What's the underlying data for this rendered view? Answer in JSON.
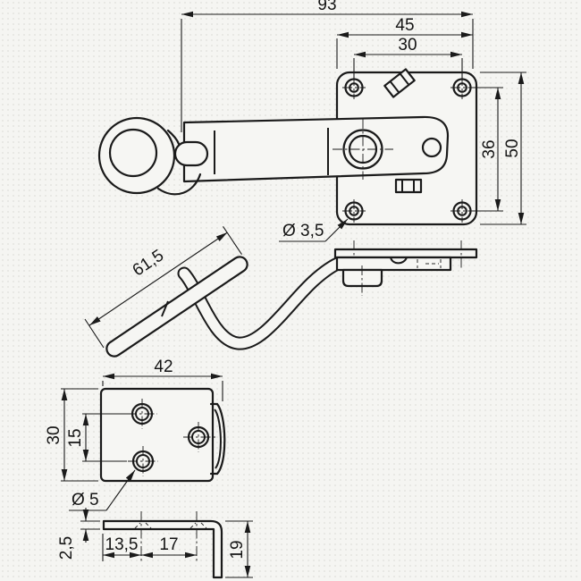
{
  "drawing": {
    "background_color": "#f5f5f2",
    "line_color": "#1a1a1a",
    "labels": {
      "overall_length": "93",
      "plate_width": "45",
      "plate_hole_spacing_x": "30",
      "plate_hole_spacing_y": "36",
      "plate_height": "50",
      "plate_hole_diameter": "Ø 3,5",
      "arm_length": "61,5",
      "keeper_width": "42",
      "keeper_height": "30",
      "keeper_hole_spacing": "15",
      "keeper_hole_diameter": "Ø 5",
      "keeper_thickness": "2,5",
      "keeper_hole_offset": "13,5",
      "keeper_hole_pitch": "17",
      "keeper_leg_height": "19"
    }
  }
}
